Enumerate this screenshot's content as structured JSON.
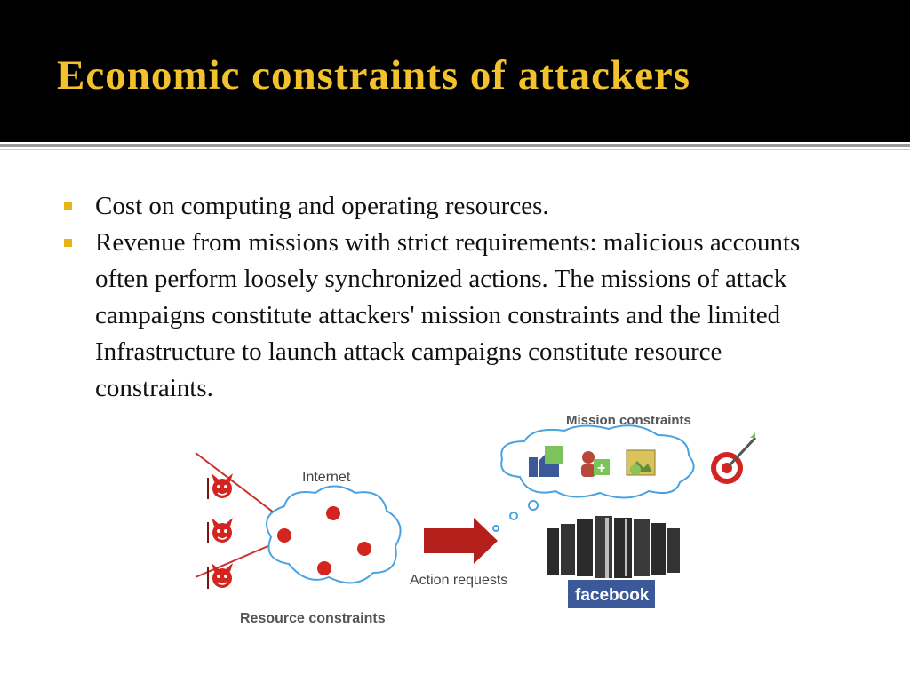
{
  "slide": {
    "title": "Economic constraints of attackers",
    "bullets": [
      "Cost on computing and operating resources.",
      "Revenue from missions with strict requirements: malicious accounts often perform loosely synchronized actions. The missions of attack campaigns constitute attackers' mission constraints and the limited Infrastructure to launch attack campaigns constitute resource constraints."
    ]
  },
  "diagram": {
    "internet_label": "Internet",
    "resource_constraints_label": "Resource constraints",
    "action_requests_label": "Action requests",
    "mission_constraints_label": "Mission constraints",
    "facebook_label": "facebook"
  },
  "colors": {
    "title": "#f2c12e",
    "bullet": "#e7b416",
    "arrow": "#b3201c",
    "facebook": "#3b5998"
  }
}
